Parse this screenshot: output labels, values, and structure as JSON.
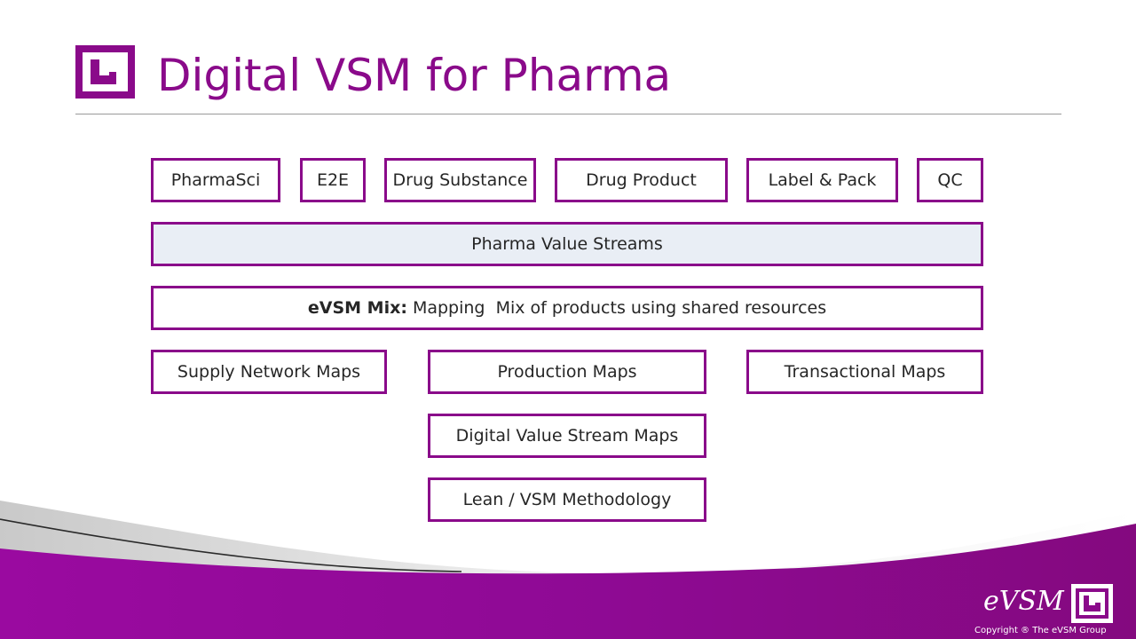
{
  "title": "Digital VSM for Pharma",
  "colors": {
    "accent": "#8a0a8a",
    "box_border": "#8a0a8a",
    "shaded_fill": "#e9eef5",
    "footer_band": "#8a0a8a"
  },
  "icons": {
    "title_logo": "evsm-logo-icon",
    "footer_logo": "evsm-logo-icon"
  },
  "diagram": {
    "top_row": [
      "PharmaSci",
      "E2E",
      "Drug Substance",
      "Drug Product",
      "Label & Pack",
      "QC"
    ],
    "value_streams": "Pharma Value Streams",
    "mix": {
      "bold": "eVSM Mix:",
      "text": "Mapping  Mix of products using shared resources"
    },
    "map_types": [
      "Supply Network Maps",
      "Production Maps",
      "Transactional Maps"
    ],
    "digital": "Digital Value Stream Maps",
    "methodology": "Lean / VSM Methodology"
  },
  "footer": {
    "brand": "eVSM",
    "copyright": "Copyright ® The eVSM Group"
  }
}
